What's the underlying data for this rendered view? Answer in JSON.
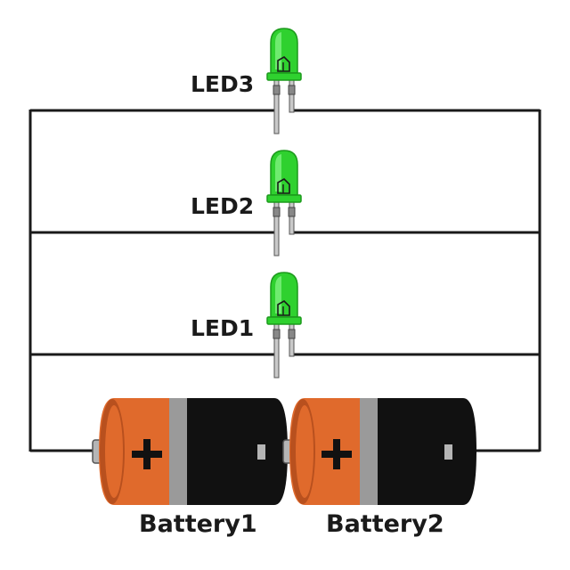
{
  "leds": [
    {
      "label": "LED3"
    },
    {
      "label": "LED2"
    },
    {
      "label": "LED1"
    }
  ],
  "batteries": [
    {
      "label": "Battery1"
    },
    {
      "label": "Battery2"
    }
  ],
  "colors": {
    "wire": "#1a1a1a",
    "led_body": "#2fd12f",
    "led_highlight": "#7af07a",
    "led_dark": "#1c9a1c",
    "battery_cap": "#e06a2c",
    "battery_cap_dark": "#b8501e",
    "battery_body": "#111111",
    "battery_band": "#9a9a9a",
    "terminal": "#b5b5b5"
  }
}
